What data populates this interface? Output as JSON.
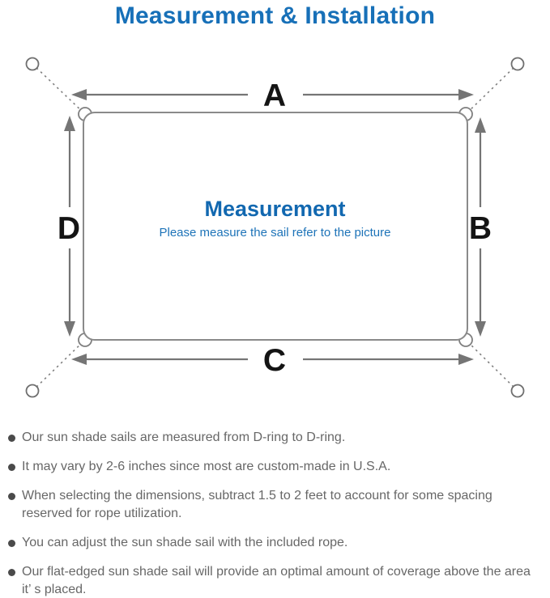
{
  "title": "Measurement & Installation",
  "diagram": {
    "label_top": "A",
    "label_right": "B",
    "label_bottom": "C",
    "label_left": "D",
    "center_title": "Measurement",
    "center_subtitle": "Please measure the sail refer to the picture"
  },
  "notes": [
    "Our sun shade sails are measured from D-ring to D-ring.",
    "It may vary by 2-6 inches since most are custom-made in U.S.A.",
    "When selecting the dimensions, subtract 1.5 to 2 feet to account for some spacing reserved for rope utilization.",
    "You can adjust the sun shade sail with the included rope.",
    "Our flat-edged sun shade sail will provide an optimal amount of coverage above the area it’ s placed."
  ],
  "colors": {
    "title_blue": "#1770b8",
    "center_title_blue": "#1268b0",
    "subtitle_blue": "#1d73b8",
    "note_text_gray": "#676767",
    "bullet_dot_gray": "#4a4a4a",
    "diagram_line_gray": "#7f7f7f",
    "dimension_label_black": "#141414"
  }
}
